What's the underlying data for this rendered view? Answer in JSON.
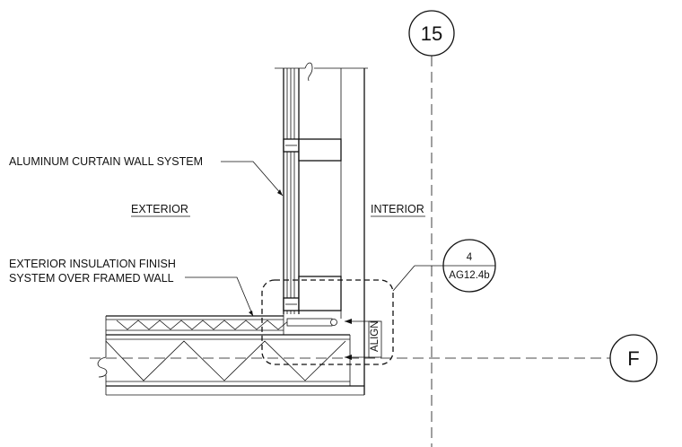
{
  "labels": {
    "curtain_wall": "ALUMINUM CURTAIN WALL SYSTEM",
    "exterior": "EXTERIOR",
    "interior": "INTERIOR",
    "eifs_line1": "EXTERIOR INSULATION FINISH",
    "eifs_line2": "SYSTEM OVER FRAMED WALL",
    "align": "ALIGN"
  },
  "grid_bubbles": {
    "vertical": "15",
    "horizontal": "F"
  },
  "detail_callout": {
    "number": "4",
    "sheet": "AG12.4b"
  }
}
